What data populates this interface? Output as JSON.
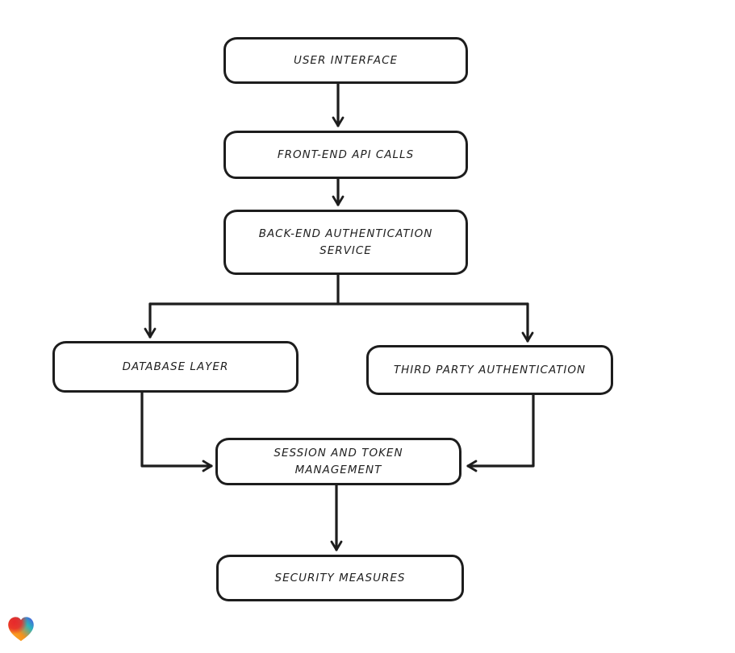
{
  "diagram": {
    "background": "#ffffff",
    "stroke_color": "#1d1d1d",
    "text_color": "#1f1f1f",
    "nodes": [
      {
        "id": "user-interface",
        "label": "USER INTERFACE"
      },
      {
        "id": "front-end-api-calls",
        "label": "FRONT-END API CALLS"
      },
      {
        "id": "back-end-authentication-service",
        "label": "BACK-END AUTHENTICATION\nSERVICE"
      },
      {
        "id": "database-layer",
        "label": "DATABASE LAYER"
      },
      {
        "id": "third-party-authentication",
        "label": "THIRD PARTY AUTHENTICATION"
      },
      {
        "id": "session-and-token-management",
        "label": "SESSION AND TOKEN\nMANAGEMENT"
      },
      {
        "id": "security-measures",
        "label": "SECURITY MEASURES"
      }
    ],
    "edges": [
      {
        "from": "user-interface",
        "to": "front-end-api-calls"
      },
      {
        "from": "front-end-api-calls",
        "to": "back-end-authentication-service"
      },
      {
        "from": "back-end-authentication-service",
        "to": "database-layer"
      },
      {
        "from": "back-end-authentication-service",
        "to": "third-party-authentication"
      },
      {
        "from": "database-layer",
        "to": "session-and-token-management"
      },
      {
        "from": "third-party-authentication",
        "to": "session-and-token-management"
      },
      {
        "from": "session-and-token-management",
        "to": "security-measures"
      }
    ],
    "logo": {
      "name": "gradient-heart-logo",
      "colors": {
        "red": "#e8282b",
        "orange": "#f5921d",
        "teal": "#2ab4bd",
        "blue": "#4a5ae0"
      }
    }
  }
}
